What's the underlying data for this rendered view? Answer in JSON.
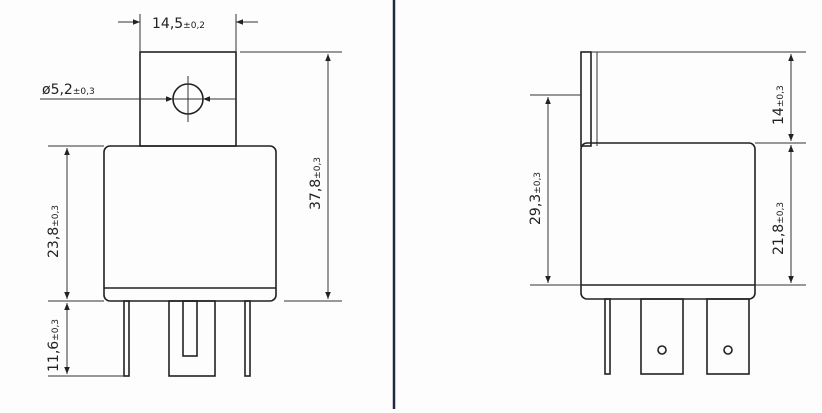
{
  "colors": {
    "line": "#222222",
    "divider": "#1e2a44",
    "background": "#fdfdfd"
  },
  "front_view": {
    "width_label": {
      "value": "14,5",
      "tol": "±0,2"
    },
    "hole_label": {
      "value": "ø5,2",
      "tol": "±0,3"
    },
    "body_height_label": {
      "value": "23,8",
      "tol": "±0,3"
    },
    "pin_length_label": {
      "value": "11,6",
      "tol": "±0,3"
    },
    "total_height_label": {
      "value": "37,8",
      "tol": "±0,3"
    }
  },
  "side_view": {
    "bracket_label": {
      "value": "14",
      "tol": "±0,3"
    },
    "left_height_label": {
      "value": "29,3",
      "tol": "±0,3"
    },
    "body_height_label": {
      "value": "21,8",
      "tol": "±0,3"
    }
  }
}
